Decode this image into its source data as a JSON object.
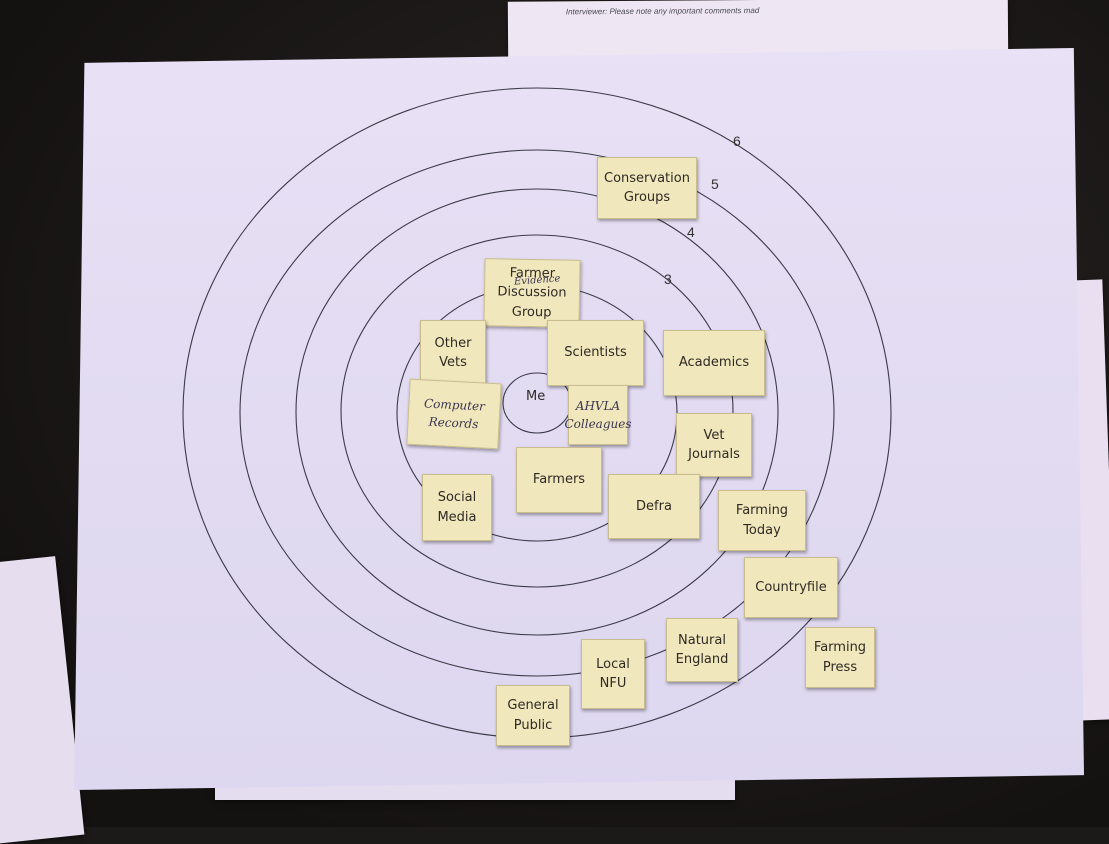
{
  "header_note": "Interviewer: Please note any important comments mad",
  "rings": [
    {
      "label": "3"
    },
    {
      "label": "4"
    },
    {
      "label": "5"
    },
    {
      "label": "6"
    }
  ],
  "center_label": "Me",
  "cards": [
    {
      "id": "conservation-groups",
      "text": "Conservation\nGroups"
    },
    {
      "id": "farmer-discussion-group",
      "text": "Farmer\nDiscussion\nGroup",
      "annotation": "Evidence"
    },
    {
      "id": "other-vets",
      "text": "Other\nVets"
    },
    {
      "id": "scientists",
      "text": "Scientists"
    },
    {
      "id": "academics",
      "text": "Academics"
    },
    {
      "id": "computer-records",
      "text": "Computer\nRecords",
      "handwritten": true
    },
    {
      "id": "ahvla-colleagues",
      "text": "AHVLA\nColleagues"
    },
    {
      "id": "vet-journals",
      "text": "Vet\nJournals"
    },
    {
      "id": "farmers",
      "text": "Farmers"
    },
    {
      "id": "social-media",
      "text": "Social\nMedia"
    },
    {
      "id": "defra",
      "text": "Defra"
    },
    {
      "id": "farming-today",
      "text": "Farming\nToday"
    },
    {
      "id": "countryfile",
      "text": "Countryfile"
    },
    {
      "id": "natural-england",
      "text": "Natural\nEngland"
    },
    {
      "id": "farming-press",
      "text": "Farming\nPress"
    },
    {
      "id": "local-nfu",
      "text": "Local\nNFU"
    },
    {
      "id": "general-public",
      "text": "General\nPublic"
    }
  ]
}
